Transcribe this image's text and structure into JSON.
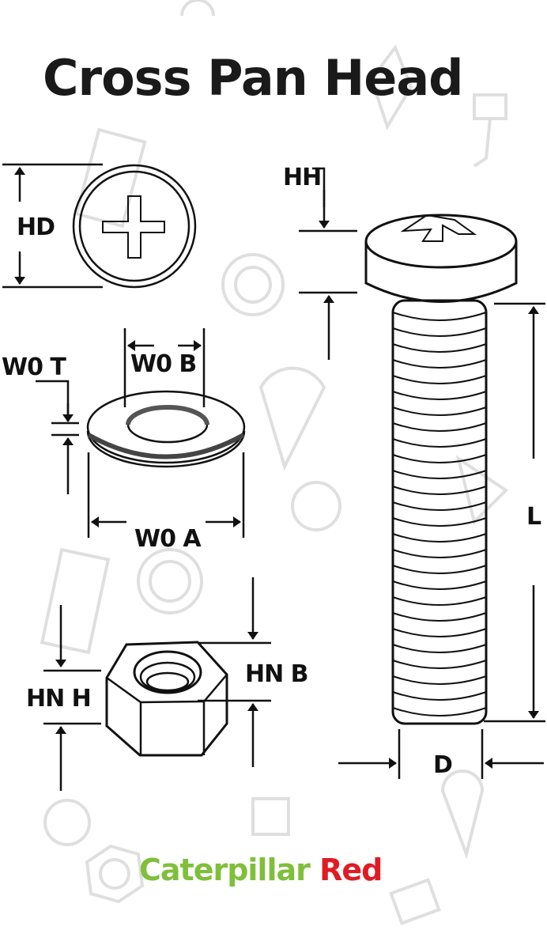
{
  "title": "Cross Pan Head",
  "labels": {
    "head_diameter": "HD",
    "head_height": "HH",
    "washer_thickness": "W0 T",
    "washer_inner": "W0 B",
    "washer_outer": "W0 A",
    "nut_height": "HN H",
    "nut_width": "HN B",
    "length": "L",
    "diameter": "D"
  },
  "brand": {
    "name_part1": "Caterpillar",
    "name_part2": "Red",
    "color_part1": "#7fbf3a",
    "color_part2": "#e01b24"
  },
  "parts": [
    "screw-head-top-view",
    "flat-washer",
    "hex-nut",
    "pan-head-screw"
  ]
}
